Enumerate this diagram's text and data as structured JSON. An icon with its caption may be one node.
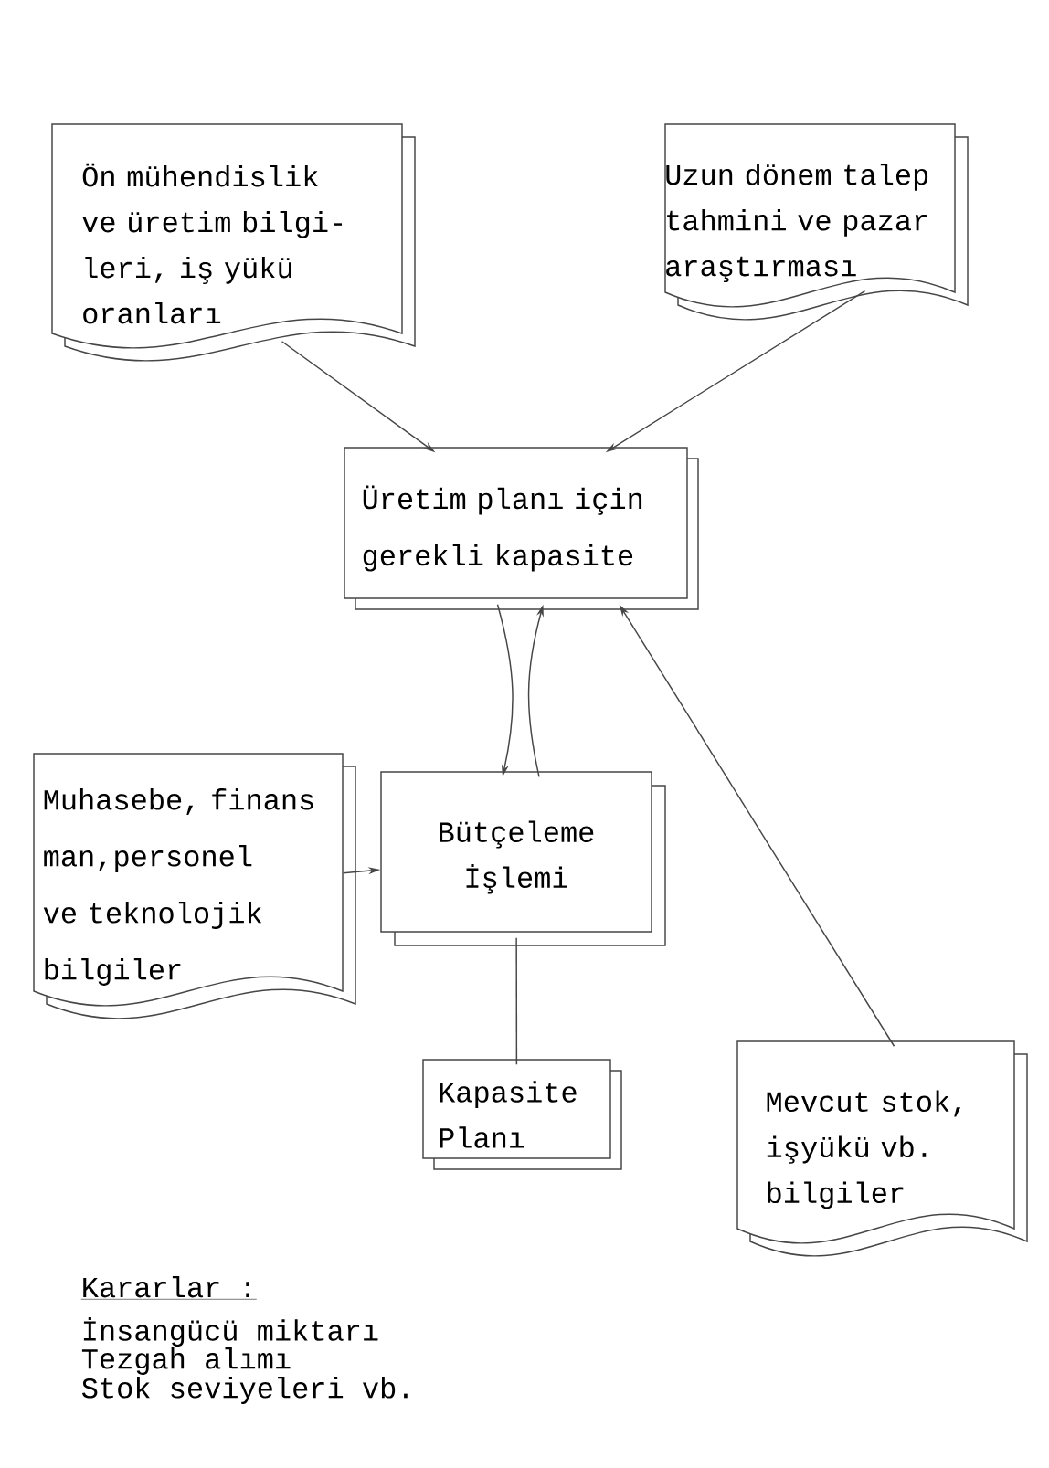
{
  "diagram": {
    "nodes": [
      {
        "text": [
          "Ön mühendislik ve üretim bilgi- leri, iş yükü oranları"
        ]
      },
      {
        "text": [
          "Uzun dönem talep tahmini ve pazar araştırması"
        ]
      },
      {
        "text": [
          "Üretim planı için gerekli kapasite"
        ]
      },
      {
        "text": [
          "Muhasebe, finans man,personel ve teknolojik bilgiler"
        ]
      },
      {
        "text": [
          "Bütçeleme İşlemi"
        ]
      },
      {
        "text": [
          "Kapasite Planı"
        ]
      },
      {
        "text": [
          "Mevcut stok, işyükü vb. bilgiler"
        ]
      }
    ],
    "edges": [
      {
        "from": 0,
        "to": 2,
        "arrow": "to"
      },
      {
        "from": 1,
        "to": 2,
        "arrow": "to"
      },
      {
        "from": 2,
        "to": 4,
        "arrow": "to"
      },
      {
        "from": 4,
        "to": 2,
        "arrow": "to"
      },
      {
        "from": 3,
        "to": 4,
        "arrow": "to"
      },
      {
        "from": 4,
        "to": 5,
        "arrow": "none"
      },
      {
        "from": 6,
        "to": 2,
        "arrow": "to"
      }
    ],
    "labels": [
      "Kararlar :",
      "İnsangücü miktarı",
      "Tezgah alımı",
      "Stok seviyeleri vb."
    ]
  }
}
